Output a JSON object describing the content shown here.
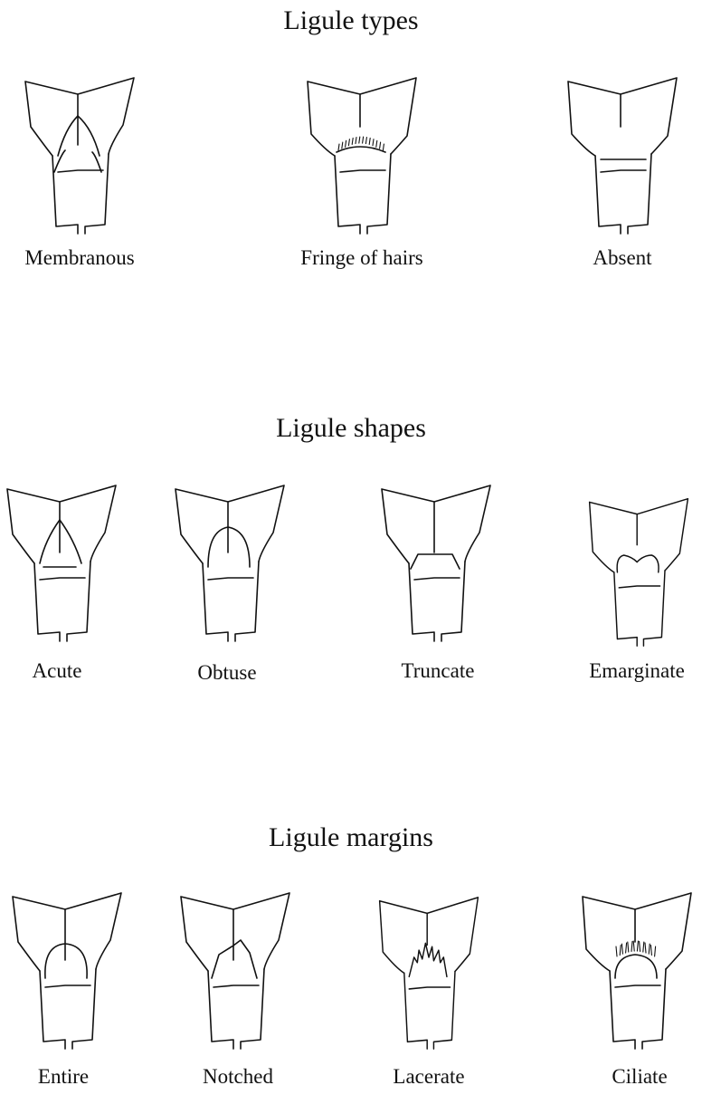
{
  "sections": [
    {
      "title": "Ligule types",
      "items": [
        {
          "label": "Membranous",
          "variant": "membranous"
        },
        {
          "label": "Fringe of hairs",
          "variant": "fringe"
        },
        {
          "label": "Absent",
          "variant": "absent"
        }
      ]
    },
    {
      "title": "Ligule shapes",
      "items": [
        {
          "label": "Acute",
          "variant": "acute"
        },
        {
          "label": "Obtuse",
          "variant": "obtuse"
        },
        {
          "label": "Truncate",
          "variant": "truncate"
        },
        {
          "label": "Emarginate",
          "variant": "emarginate"
        }
      ]
    },
    {
      "title": "Ligule margins",
      "items": [
        {
          "label": "Entire",
          "variant": "entire"
        },
        {
          "label": "Notched",
          "variant": "notched"
        },
        {
          "label": "Lacerate",
          "variant": "lacerate"
        },
        {
          "label": "Ciliate",
          "variant": "ciliate"
        }
      ]
    }
  ]
}
